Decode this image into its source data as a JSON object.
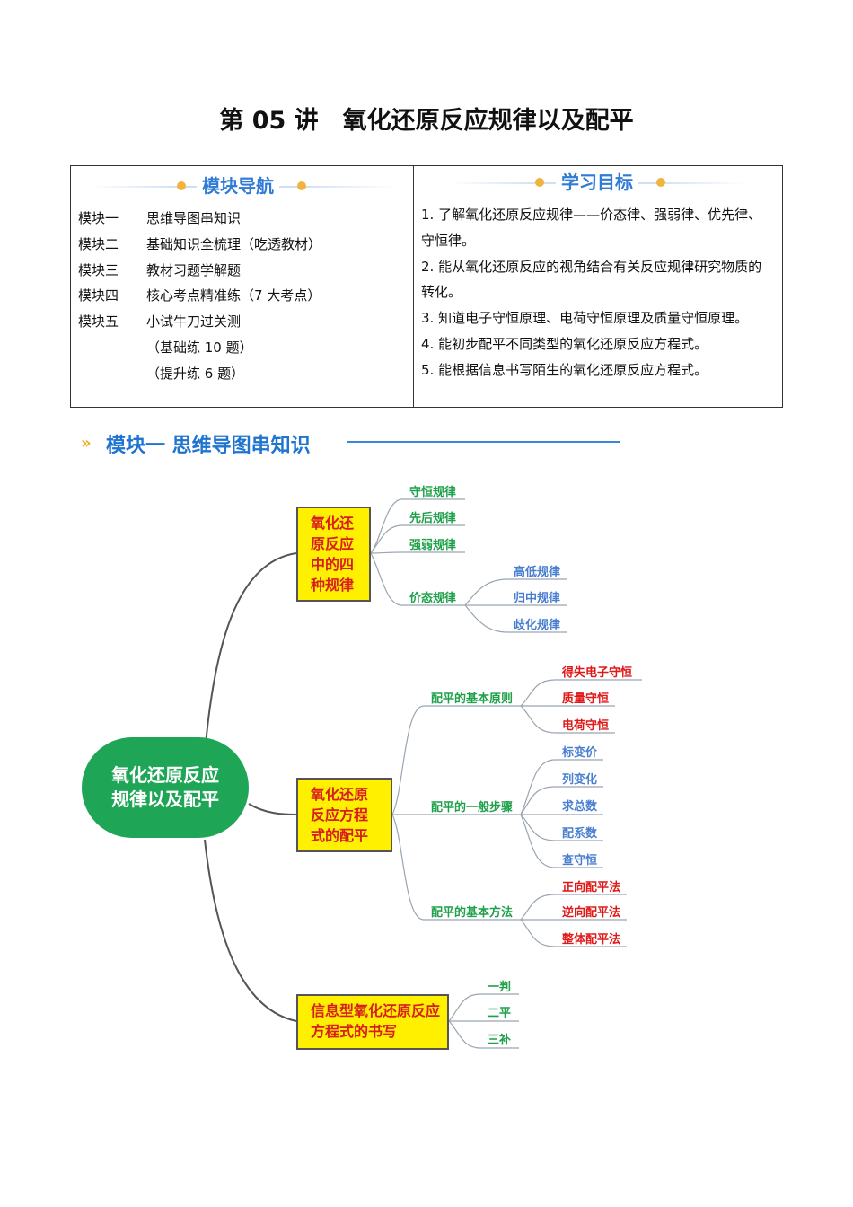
{
  "title": "第 05 讲　氧化还原反应规律以及配平",
  "nav": {
    "heading": "模块导航",
    "modules": [
      {
        "key": "模块一",
        "text": "思维导图串知识"
      },
      {
        "key": "模块二",
        "text": "基础知识全梳理（吃透教材）"
      },
      {
        "key": "模块三",
        "text": "教材习题学解题"
      },
      {
        "key": "模块四",
        "text": "核心考点精准练（7 大考点）"
      },
      {
        "key": "模块五",
        "text": "小试牛刀过关测"
      },
      {
        "key": "",
        "text": "（基础练 10 题）"
      },
      {
        "key": "",
        "text": "（提升练 6 题）"
      }
    ]
  },
  "goals": {
    "heading": "学习目标",
    "items": [
      "1. 了解氧化还原反应规律——价态律、强弱律、优先律、守恒律。",
      "2. 能从氧化还原反应的视角结合有关反应规律研究物质的转化。",
      "3. 知道电子守恒原理、电荷守恒原理及质量守恒原理。",
      "4. 能初步配平不同类型的氧化还原反应方程式。",
      "5. 能根据信息书写陌生的氧化还原反应方程式。"
    ]
  },
  "section1": {
    "title": "模块一 思维导图串知识"
  },
  "mindmap": {
    "root": "氧化还原反应规律以及配平",
    "branch1": {
      "label": "氧化还原反应中的四种规律",
      "children": [
        "守恒规律",
        "先后规律",
        "强弱规律",
        "价态规律"
      ],
      "valence_children": [
        "高低规律",
        "归中规律",
        "歧化规律"
      ]
    },
    "branch2": {
      "label": "氧化还原反应方程式的配平",
      "principles_label": "配平的基本原则",
      "principles": [
        "得失电子守恒",
        "质量守恒",
        "电荷守恒"
      ],
      "steps_label": "配平的一般步骤",
      "steps": [
        "标变价",
        "列变化",
        "求总数",
        "配系数",
        "查守恒"
      ],
      "methods_label": "配平的基本方法",
      "methods": [
        "正向配平法",
        "逆向配平法",
        "整体配平法"
      ]
    },
    "branch3": {
      "label": "信息型氧化还原反应方程式的书写",
      "children": [
        "一判",
        "二平",
        "三补"
      ]
    },
    "colors": {
      "root": "#1ea656",
      "box": "#fff000",
      "green": "#1fa04a",
      "blue": "#4a7fd0",
      "red": "#e01818"
    }
  }
}
